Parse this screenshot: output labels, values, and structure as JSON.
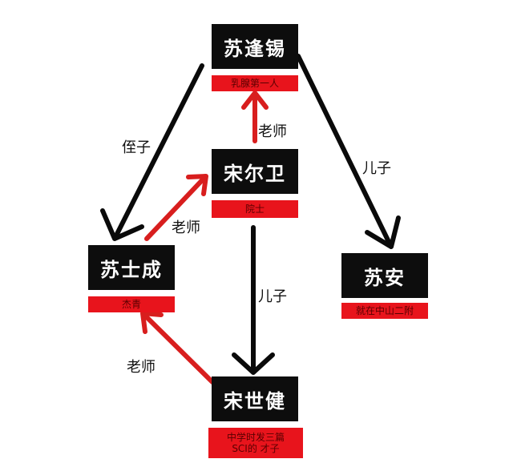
{
  "nodes": {
    "su_fengxi": {
      "name": "苏逢锡",
      "tag": "乳腺第一人"
    },
    "song_erwei": {
      "name": "宋尔卫",
      "tag": "院士"
    },
    "su_shicheng": {
      "name": "苏士成",
      "tag": "杰青"
    },
    "su_an": {
      "name": "苏安",
      "tag": "就在中山二附"
    },
    "song_shijian": {
      "name": "宋世健",
      "tag": "中学时发三篇\nSCI的 才子"
    }
  },
  "edges": {
    "nephew": "侄子",
    "son_su": "儿子",
    "son_song": "儿子",
    "teacher_song_to_su_fengxi": "老师",
    "teacher_su_shicheng_to_song": "老师",
    "teacher_song_shijian_to_su_shicheng": "老师"
  },
  "colors": {
    "node_bg": "#0d0d0d",
    "tag_bg": "#e8141c",
    "teacher_arrow": "#d81e1e",
    "family_arrow": "#0a0a0a"
  }
}
